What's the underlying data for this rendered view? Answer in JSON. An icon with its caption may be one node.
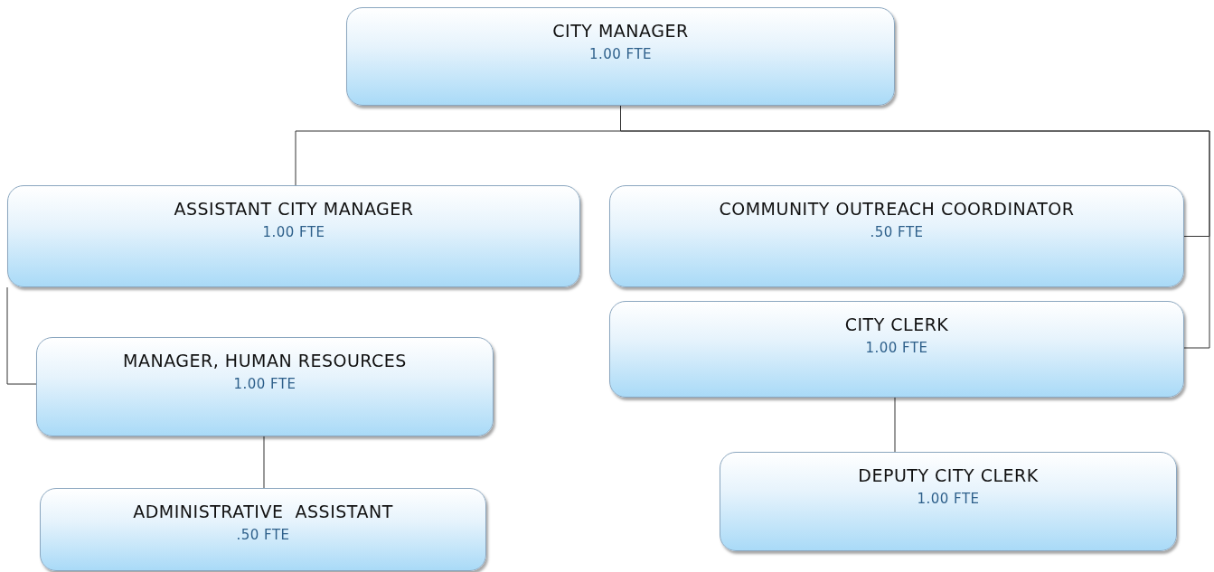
{
  "diagram": {
    "nodes": [
      {
        "text": [
          "CITY MANAGER",
          "1.00 FTE"
        ]
      },
      {
        "text": [
          "ASSISTANT CITY MANAGER",
          "1.00 FTE"
        ]
      },
      {
        "text": [
          "COMMUNITY OUTREACH COORDINATOR",
          ".50 FTE"
        ]
      },
      {
        "text": [
          "MANAGER, HUMAN RESOURCES",
          "1.00 FTE"
        ]
      },
      {
        "text": [
          "CITY CLERK",
          "1.00 FTE"
        ]
      },
      {
        "text": [
          "ADMINISTRATIVE  ASSISTANT",
          ".50 FTE"
        ]
      },
      {
        "text": [
          "DEPUTY CITY CLERK",
          "1.00 FTE"
        ]
      }
    ],
    "edges": [
      {
        "from": 0,
        "to": 1,
        "arrow": "none"
      },
      {
        "from": 0,
        "to": 2,
        "arrow": "none"
      },
      {
        "from": 0,
        "to": 4,
        "arrow": "none"
      },
      {
        "from": 1,
        "to": 3,
        "arrow": "none"
      },
      {
        "from": 3,
        "to": 5,
        "arrow": "none"
      },
      {
        "from": 4,
        "to": 6,
        "arrow": "none"
      }
    ]
  }
}
